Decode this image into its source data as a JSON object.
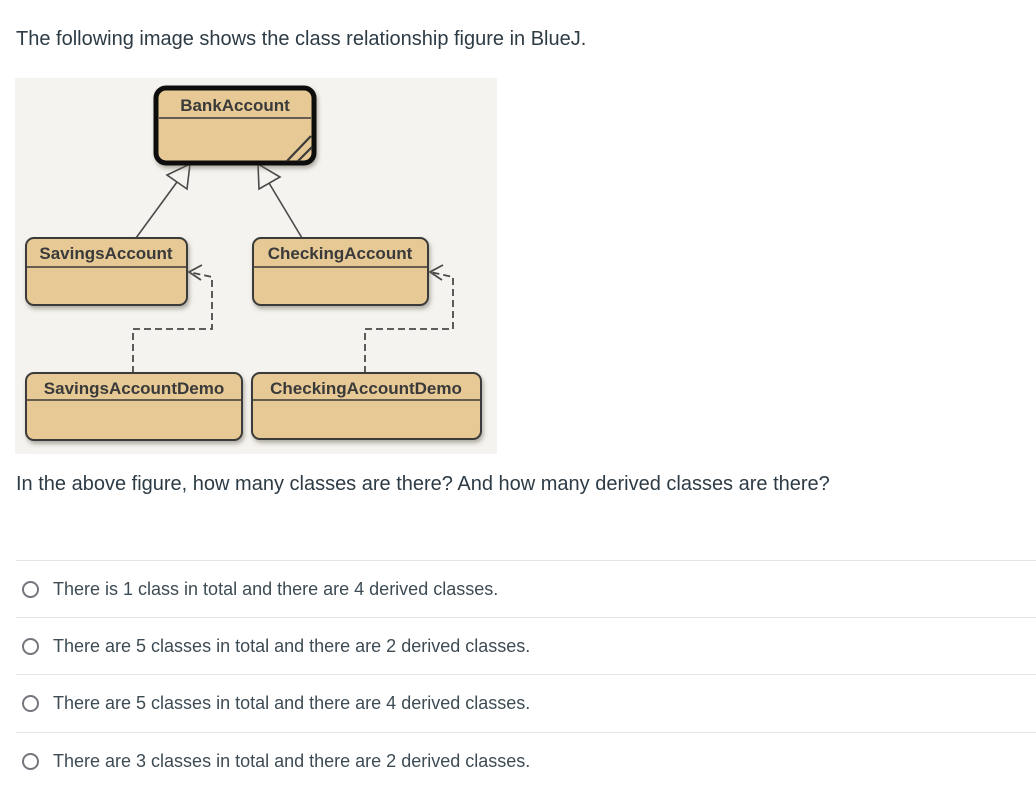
{
  "question": {
    "intro": "The following image shows the class relationship figure in BlueJ.",
    "prompt": "In the above figure, how many classes are there? And how many derived classes are there?"
  },
  "diagram": {
    "tool": "BlueJ",
    "classes": [
      {
        "name": "BankAccount",
        "selected": true
      },
      {
        "name": "SavingsAccount",
        "selected": false
      },
      {
        "name": "CheckingAccount",
        "selected": false
      },
      {
        "name": "SavingsAccountDemo",
        "selected": false
      },
      {
        "name": "CheckingAccountDemo",
        "selected": false
      }
    ],
    "relationships": {
      "inherits": [
        {
          "from": "SavingsAccount",
          "to": "BankAccount"
        },
        {
          "from": "CheckingAccount",
          "to": "BankAccount"
        }
      ],
      "uses": [
        {
          "from": "SavingsAccountDemo",
          "to": "SavingsAccount"
        },
        {
          "from": "CheckingAccountDemo",
          "to": "CheckingAccount"
        }
      ]
    },
    "colors": {
      "background": "#f5f3ef",
      "class_fill": "#e6c995",
      "class_border": "#3a3a3a",
      "selected_border": "#0a0a0a",
      "connector": "#4a4a4a",
      "label": "#3a3a3a"
    }
  },
  "options": [
    {
      "label": "There is 1 class in total and there are 4 derived classes.",
      "selected": false
    },
    {
      "label": "There are 5 classes in total and there are 2 derived classes.",
      "selected": false
    },
    {
      "label": "There are 5 classes in total and there are 4 derived classes.",
      "selected": false
    },
    {
      "label": "There are 3 classes in total and there are 2 derived classes.",
      "selected": false
    }
  ]
}
